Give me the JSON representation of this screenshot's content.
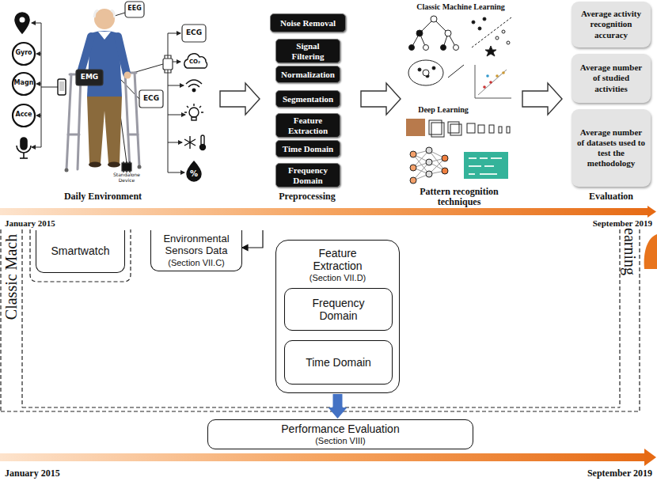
{
  "diagram": {
    "nodes": [
      {
        "text": [
          "Noise Removal"
        ]
      },
      {
        "text": [
          "Signal Filtering"
        ]
      },
      {
        "text": [
          "Normalization"
        ]
      },
      {
        "text": [
          "Segmentation"
        ]
      },
      {
        "text": [
          "Feature Extraction"
        ]
      },
      {
        "text": [
          "Time Domain"
        ]
      },
      {
        "text": [
          "Frequency Domain"
        ]
      },
      {
        "text": [
          "Average activity recognition accuracy"
        ]
      },
      {
        "text": [
          "Average number of studied activities"
        ]
      },
      {
        "text": [
          "Average number of datasets used to test the methodology"
        ]
      },
      {
        "text": [
          "Smartwatch"
        ]
      },
      {
        "text": [
          "Environmental Sensors Data",
          "(Section VII.C)"
        ]
      },
      {
        "text": [
          "Feature Extraction",
          "(Section VII.D)"
        ]
      },
      {
        "text": [
          "Frequency Domain"
        ],
        "in": 12
      },
      {
        "text": [
          "Time Domain"
        ],
        "in": 12
      },
      {
        "text": [
          "Performance Evaluation",
          "(Section VIII)"
        ]
      }
    ],
    "edges": [
      {
        "from": 12,
        "to": 15,
        "arrow": "to"
      }
    ],
    "labels": [
      "EEG",
      "EMG",
      "ECG",
      "ECG",
      "Gyro",
      "Magn",
      "Acce",
      "CO₂",
      "%",
      "Standalone Device",
      "Daily Environment",
      "Preprocessing",
      "Classic Machine Learning",
      "Deep Learning",
      "Pattern recognition techniques",
      "Evaluation",
      "January 2015",
      "September 2019",
      "Classic Mach",
      "earning",
      "January 2015",
      "September 2019"
    ]
  }
}
